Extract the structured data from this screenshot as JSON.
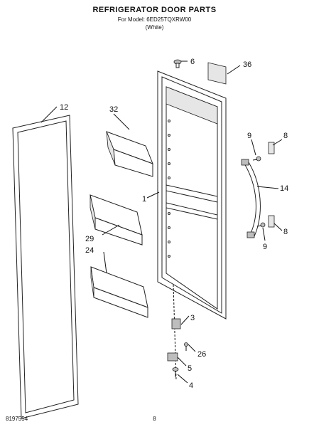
{
  "header": {
    "title": "REFRIGERATOR DOOR PARTS",
    "model": "For Model: 6ED25TQXRW00",
    "variant": "(White)"
  },
  "callouts": {
    "c1": "1",
    "c3": "3",
    "c4": "4",
    "c5": "5",
    "c6": "6",
    "c8a": "8",
    "c8b": "8",
    "c9a": "9",
    "c9b": "9",
    "c12": "12",
    "c14": "14",
    "c24": "24",
    "c26": "26",
    "c29": "29",
    "c32": "32",
    "c36": "36"
  },
  "footer": {
    "doc_number": "8197554",
    "page_number": "8"
  }
}
